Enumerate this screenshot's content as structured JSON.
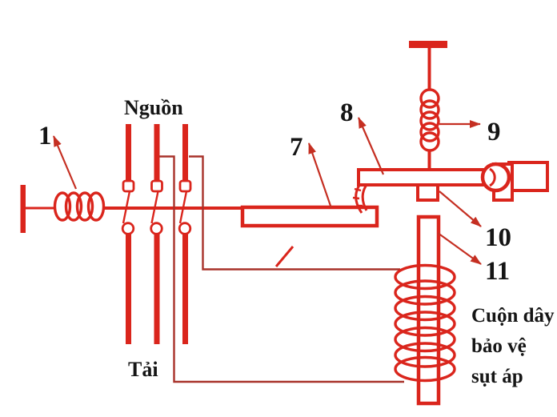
{
  "diagram": {
    "labels": {
      "source": "Nguồn",
      "load": "Tải",
      "part1": "1",
      "part7": "7",
      "part8": "8",
      "part9": "9",
      "part10": "10",
      "part11": "11"
    },
    "caption": {
      "line1": "Cuộn dây",
      "line2": "bảo vệ",
      "line3": "sụt áp"
    },
    "colors": {
      "primary_red": "#da251c",
      "wire_red": "#a8322a",
      "text_black": "#151515",
      "background": "#ffffff"
    }
  }
}
